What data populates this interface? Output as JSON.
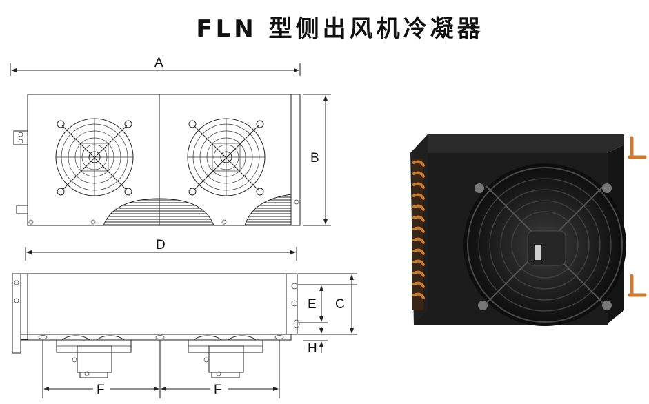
{
  "title": "FLN 型侧出风机冷凝器",
  "dimensions": {
    "A": "A",
    "B": "B",
    "C": "C",
    "D": "D",
    "E": "E",
    "F1": "F",
    "F2": "F",
    "H": "H"
  },
  "colors": {
    "line": "#222222",
    "unit_body": "#1a1a1a",
    "copper": "#b5651d"
  }
}
